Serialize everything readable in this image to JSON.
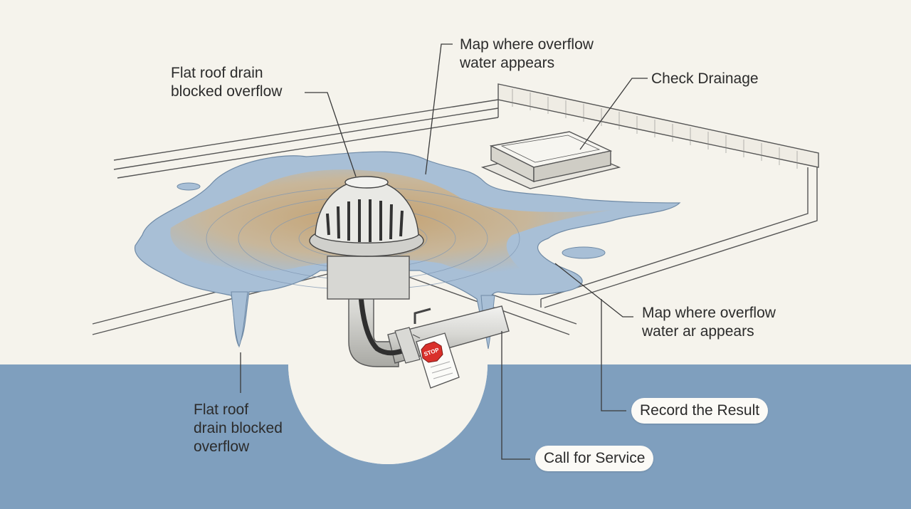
{
  "labels": {
    "drain_top": "Flat roof drain\nblocked overflow",
    "map_top": "Map where overflow\nwater appears",
    "check_drainage": "Check Drainage",
    "map_right": "Map where overflow\nwater ar appears",
    "drain_bottom": "Flat roof\ndrain blocked\noverflow",
    "record_result": "Record the Result",
    "call_service": "Call for Service",
    "stop_sign": "STOP"
  },
  "colors": {
    "background": "#f5f3ec",
    "lower_band": "#7f9fbe",
    "water_blue": "#9fb6cf",
    "water_tan": "#d9ac6c",
    "line": "#3a3a3a"
  }
}
